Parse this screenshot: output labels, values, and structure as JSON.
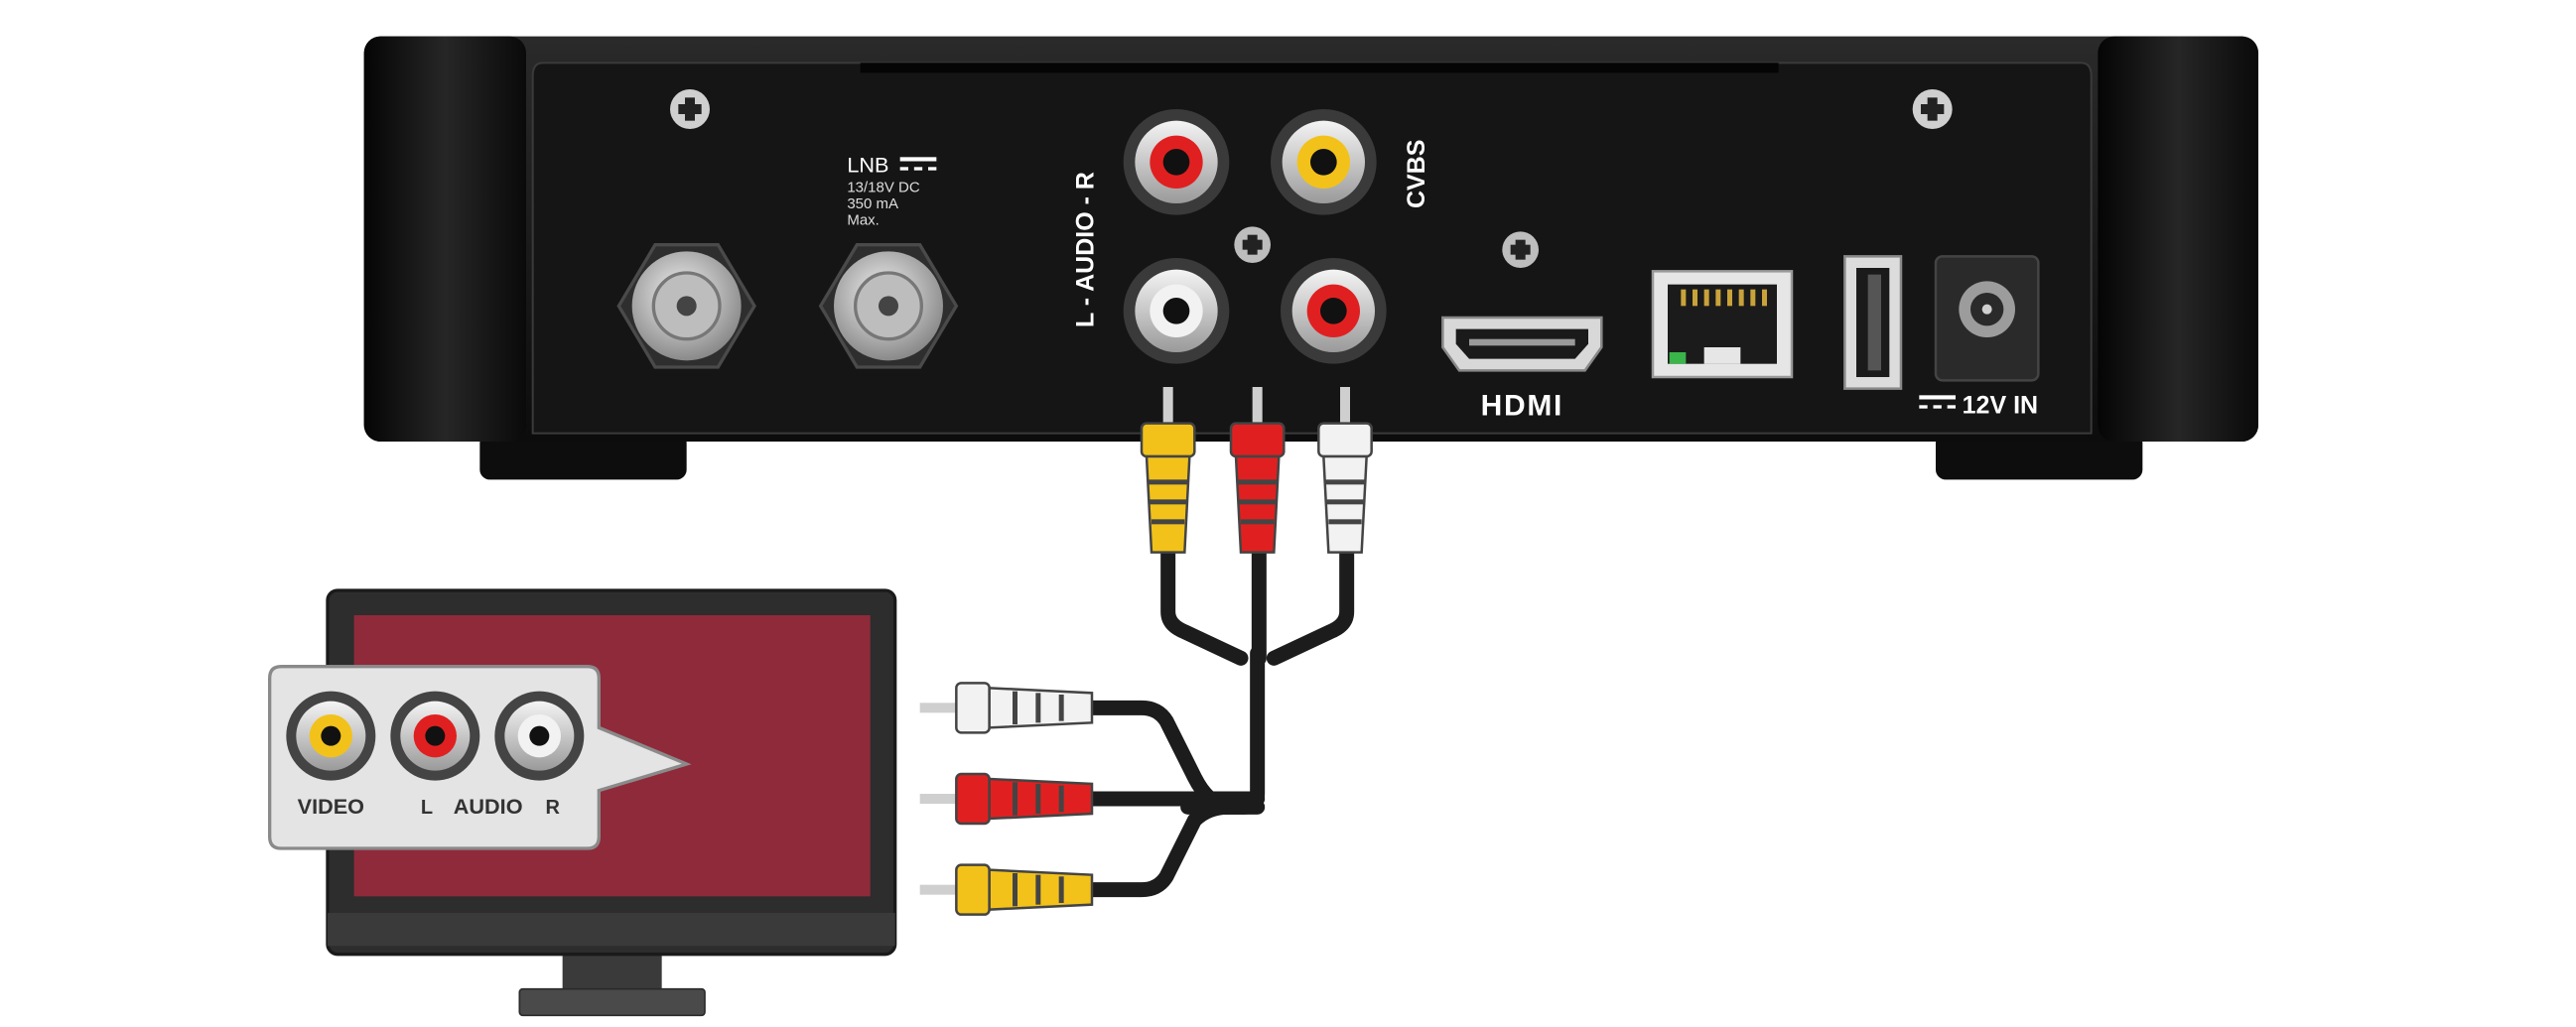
{
  "receiver": {
    "lnb_label": "LNB",
    "lnb_spec_line1": "13/18V DC",
    "lnb_spec_line2": "350 mA",
    "lnb_spec_line3": "Max.",
    "audio_label": "L - AUDIO - R",
    "cvbs_label": "CVBS",
    "hdmi_label": "HDMI",
    "power_label": "12V IN"
  },
  "tv": {
    "video_label": "VIDEO",
    "audio_l_label": "L",
    "audio_label": "AUDIO",
    "audio_r_label": "R"
  },
  "colors": {
    "box_body": "#111111",
    "tv_screen": "#8f2a3a",
    "yellow": "#f2c21b",
    "red": "#e02020",
    "white": "#f2f2f2",
    "cable": "#1c1c1c"
  }
}
